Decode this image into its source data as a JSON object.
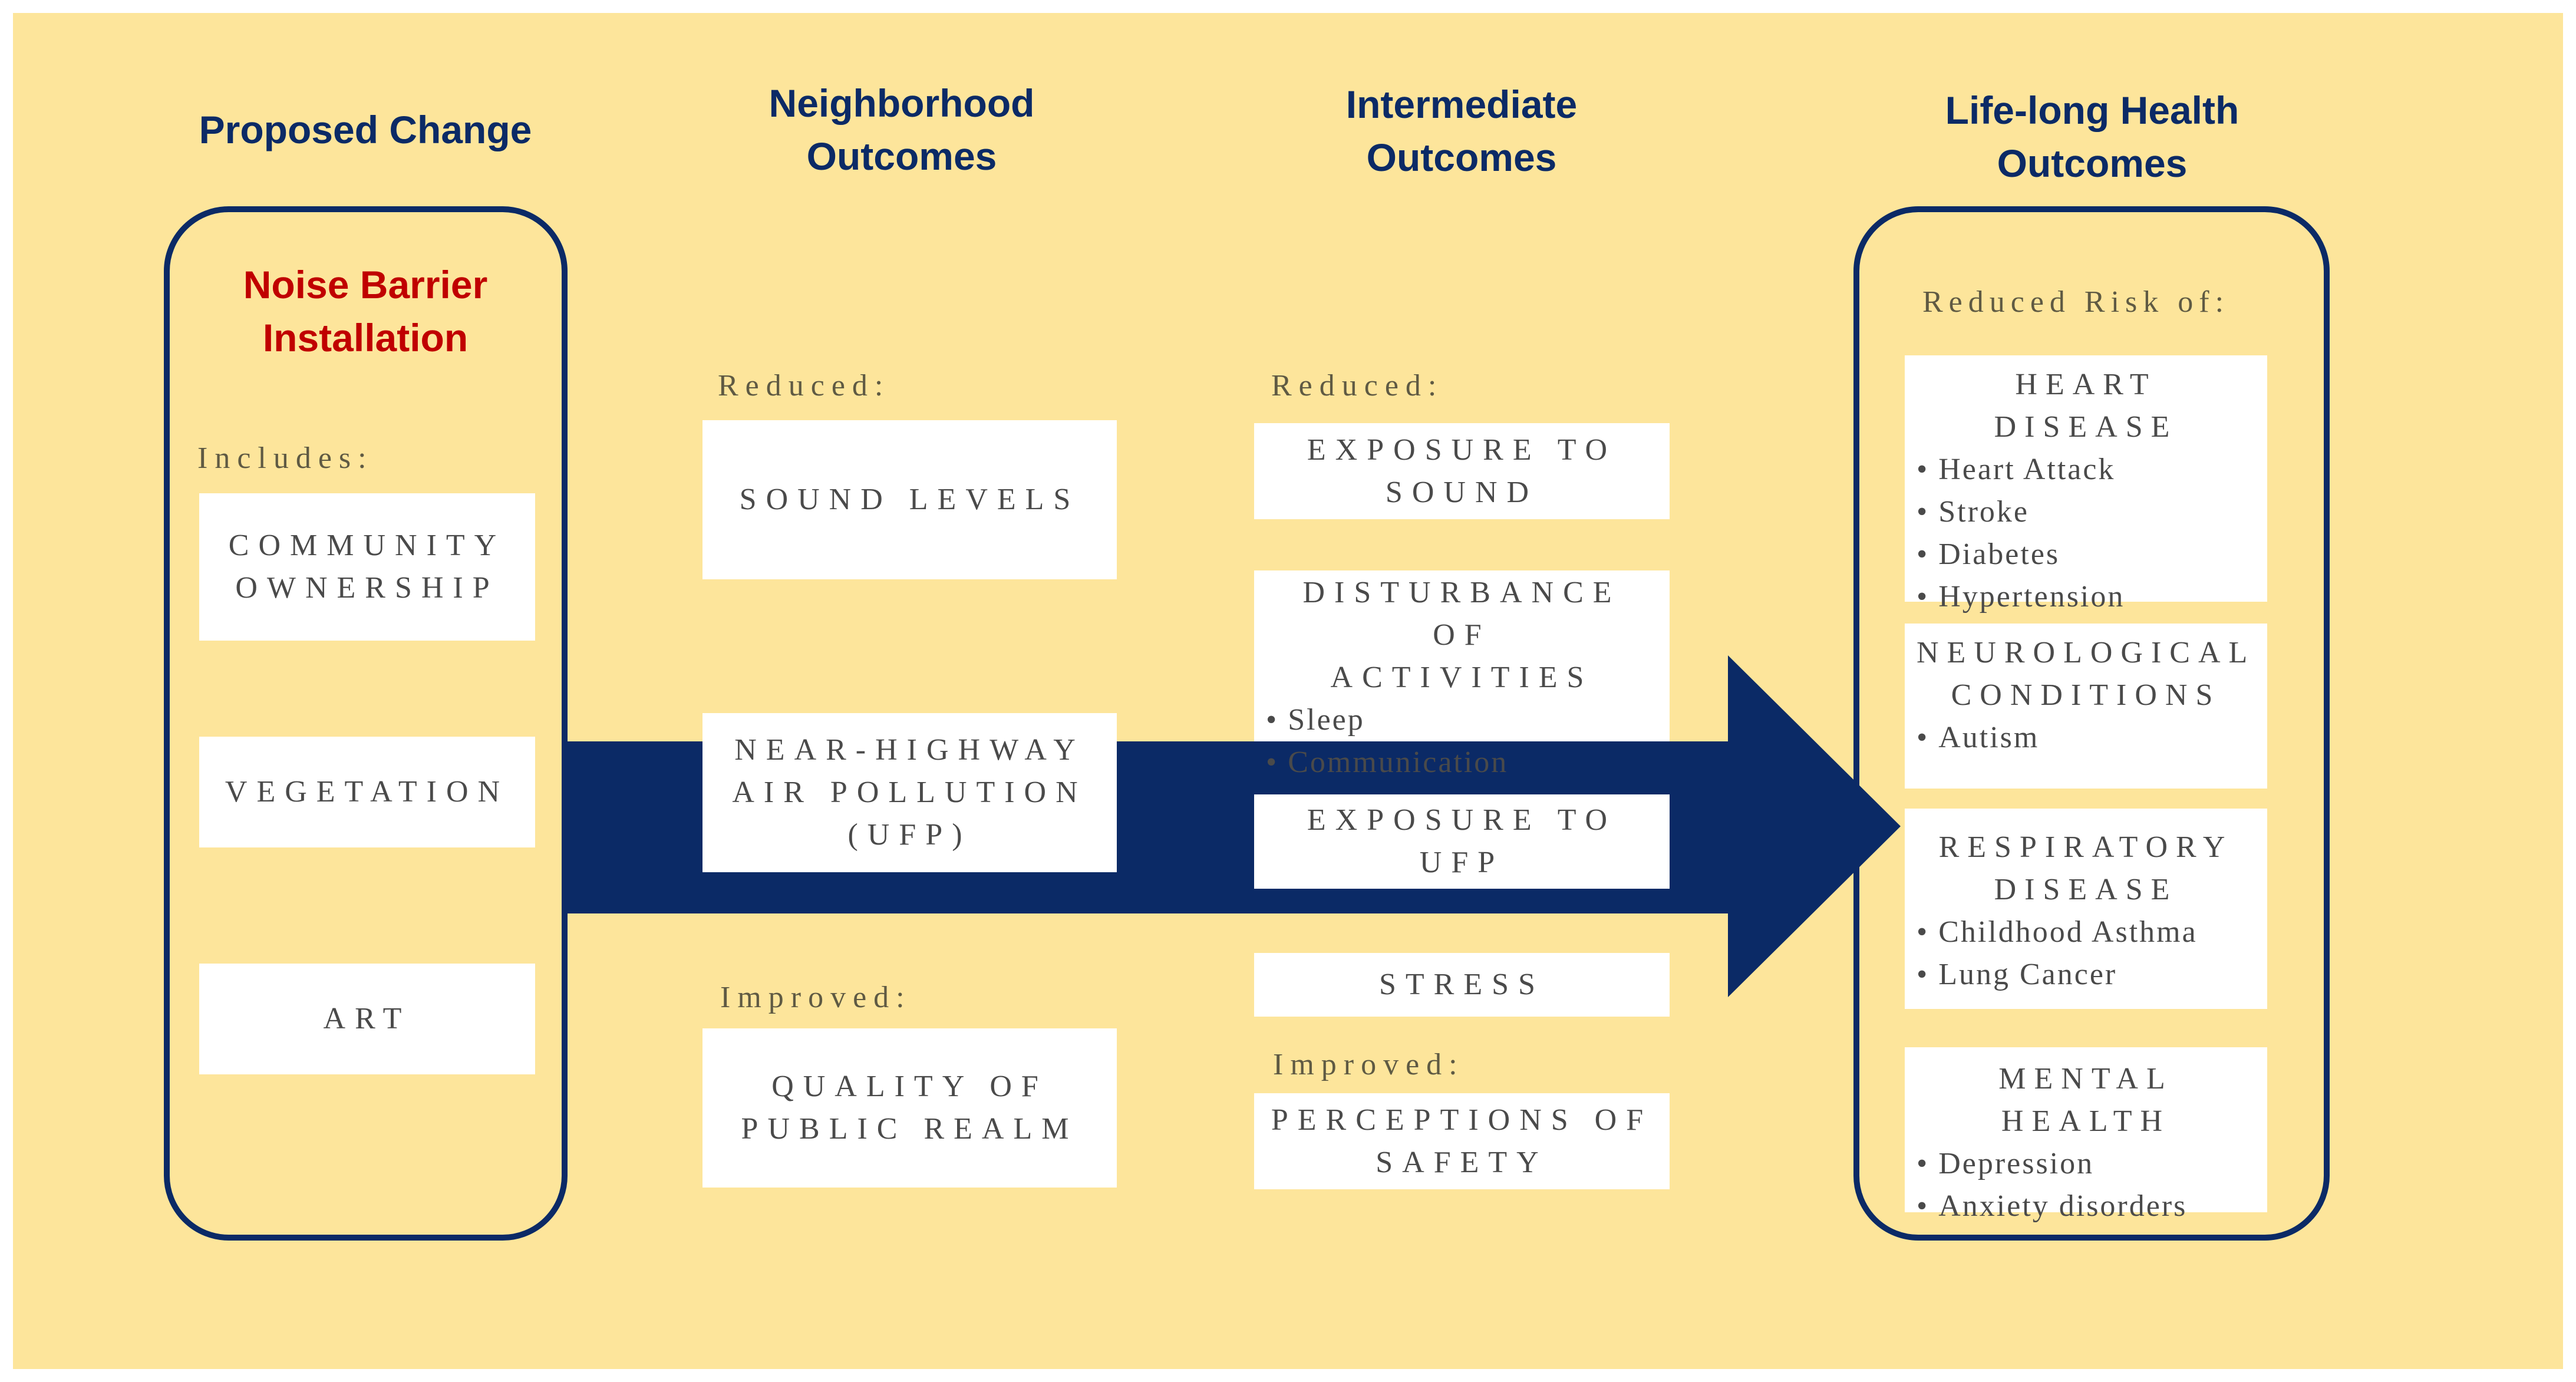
{
  "headers": {
    "proposed": "Proposed Change",
    "neighborhood": [
      "Neighborhood",
      "Outcomes"
    ],
    "intermediate": [
      "Intermediate",
      "Outcomes"
    ],
    "lifelong": [
      "Life-long Health",
      "Outcomes"
    ]
  },
  "proposed": {
    "title": [
      "Noise Barrier",
      "Installation"
    ],
    "includes_label": "Includes:",
    "items": [
      [
        "COMMUNITY",
        "OWNERSHIP"
      ],
      [
        "VEGETATION"
      ],
      [
        "ART"
      ]
    ]
  },
  "neighborhood": {
    "reduced_label": "Reduced:",
    "improved_label": "Improved:",
    "sound": [
      "SOUND LEVELS"
    ],
    "air": [
      "NEAR-HIGHWAY",
      "AIR POLLUTION",
      "(UFP)"
    ],
    "realm": [
      "QUALITY OF",
      "PUBLIC REALM"
    ]
  },
  "intermediate": {
    "reduced_label": "Reduced:",
    "improved_label": "Improved:",
    "exposure_sound": [
      "EXPOSURE TO",
      "SOUND"
    ],
    "disturbance": {
      "title": [
        "DISTURBANCE OF",
        "ACTIVITIES"
      ],
      "bullets": [
        "Sleep",
        "Communication"
      ]
    },
    "exposure_ufp": [
      "EXPOSURE TO UFP"
    ],
    "stress": [
      "STRESS"
    ],
    "safety": [
      "PERCEPTIONS OF",
      "SAFETY"
    ]
  },
  "health": {
    "label": "Reduced Risk of:",
    "boxes": [
      {
        "title": [
          "HEART DISEASE"
        ],
        "bullets": [
          "Heart Attack",
          "Stroke",
          "Diabetes",
          "Hypertension"
        ]
      },
      {
        "title": [
          "NEUROLOGICAL",
          "CONDITIONS"
        ],
        "bullets": [
          "Autism"
        ]
      },
      {
        "title": [
          "RESPIRATORY",
          "DISEASE"
        ],
        "bullets": [
          "Childhood Asthma",
          "Lung Cancer"
        ]
      },
      {
        "title": [
          "MENTAL HEALTH"
        ],
        "bullets": [
          "Depression",
          "Anxiety disorders"
        ]
      }
    ]
  },
  "colors": {
    "background": "#fde59b",
    "navy": "#0b2a66",
    "title_red": "#c00000",
    "box": "#ffffff"
  }
}
